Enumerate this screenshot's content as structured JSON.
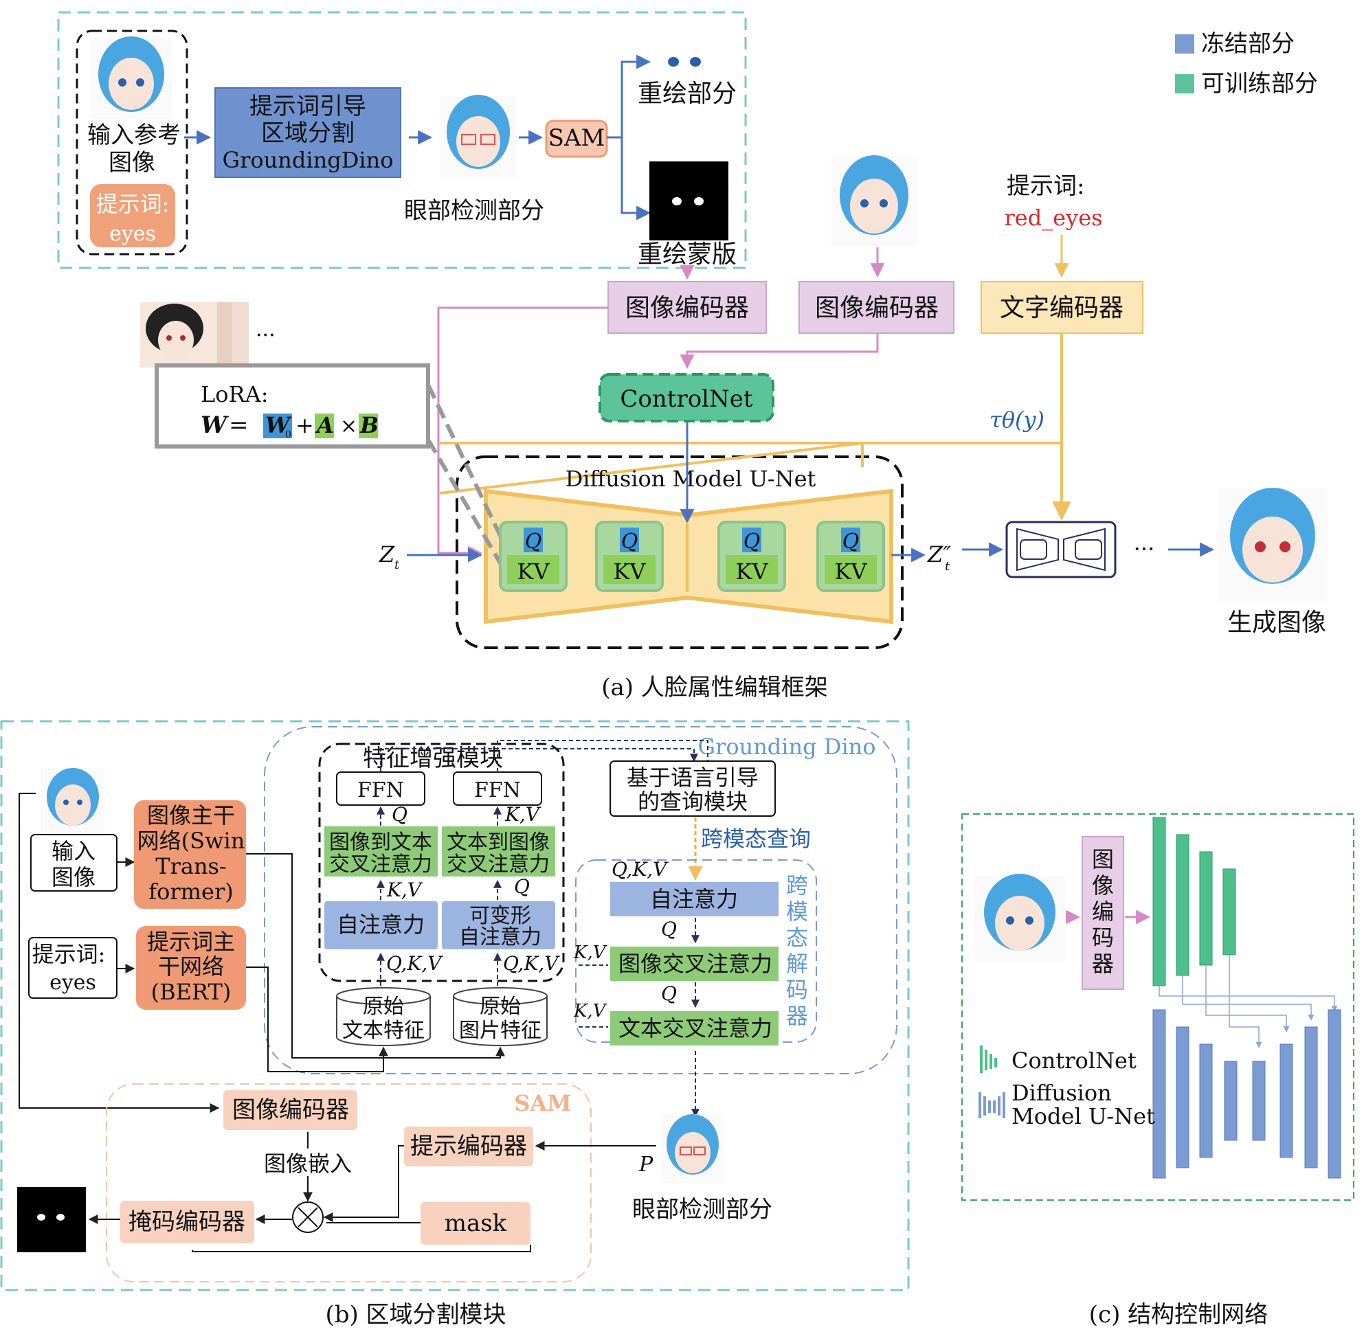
{
  "legend": {
    "frozen": "冻结部分",
    "trainable": "可训练部分",
    "colors": {
      "frozen": "#7b9bd3",
      "trainable": "#5cc39a"
    }
  },
  "part_a": {
    "input_label_line1": "输入参考",
    "input_label_line2": "图像",
    "prompt_label": "提示词:",
    "prompt_value": "eyes",
    "grounding_line1": "提示词引导",
    "grounding_line2": "区域分割",
    "grounding_line3": "GroundingDino",
    "eye_detect_label": "眼部检测部分",
    "sam_label": "SAM",
    "repaint_part": "重绘部分",
    "repaint_mask": "重绘蒙版",
    "image_encoder_1": "图像编码器",
    "image_encoder_2": "图像编码器",
    "text_encoder": "文字编码器",
    "prompt2_label": "提示词:",
    "prompt2_value": "red_eyes",
    "controlnet": "ControlNet",
    "tau": "τθ(y)",
    "lora_label": "LoRA:",
    "lora_W": "W",
    "lora_eq": "=",
    "lora_W0": "W",
    "lora_W0_sub": "0",
    "lora_plus": "+",
    "lora_A": "A",
    "lora_times": "×",
    "lora_B": "B",
    "lora_ellipsis": "···",
    "unet_title": "Diffusion Model U-Net",
    "q_label": "Q",
    "kv_label": "KV",
    "zt": "Z",
    "zt_sub": "t",
    "zt2": "Z″",
    "zt2_sub": "t",
    "ellipsis": "···",
    "generated": "生成图像",
    "caption": "(a) 人脸属性编辑框架"
  },
  "part_b": {
    "grounding_dino": "Grounding Dino",
    "feature_enhance": "特征增强模块",
    "ffn": "FFN",
    "img2txt_line1": "图像到文本",
    "img2txt_line2": "交叉注意力",
    "txt2img_line1": "文本到图像",
    "txt2img_line2": "交叉注意力",
    "self_attn": "自注意力",
    "deform_line1": "可变形",
    "deform_line2": "自注意力",
    "q": "Q",
    "kv": "K,V",
    "qkv": "Q,K,V",
    "raw_text_line1": "原始",
    "raw_text_line2": "文本特征",
    "raw_img_line1": "原始",
    "raw_img_line2": "图片特征",
    "lang_query_line1": "基于语言引导",
    "lang_query_line2": "的查询模块",
    "cross_modal_query": "跨模态查询",
    "decoder_self_attn": "自注意力",
    "decoder_img_cross": "图像交叉注意力",
    "decoder_txt_cross": "文本交叉注意力",
    "decoder_label": [
      "跨",
      "模",
      "态",
      "解",
      "码",
      "器"
    ],
    "input_img_line1": "输入",
    "input_img_line2": "图像",
    "backbone_line1": "图像主干",
    "backbone_line2": "网络(Swin",
    "backbone_line3": "Trans-",
    "backbone_line4": "former)",
    "prompt_line1": "提示词:",
    "prompt_line2": "eyes",
    "bert_line1": "提示词主",
    "bert_line2": "干网络",
    "bert_line3": "(BERT)",
    "sam": "SAM",
    "sam_img_encoder": "图像编码器",
    "image_embedding": "图像嵌入",
    "prompt_encoder": "提示编码器",
    "mask_decoder": "掩码编码器",
    "mask": "mask",
    "p_label": "P",
    "eye_detect": "眼部检测部分",
    "caption": "(b) 区域分割模块"
  },
  "part_c": {
    "image_encoder": [
      "图",
      "像",
      "编",
      "码",
      "器"
    ],
    "legend_controlnet": "ControlNet",
    "legend_unet_line1": "Diffusion",
    "legend_unet_line2": "Model U-Net",
    "caption": "(c) 结构控制网络"
  }
}
